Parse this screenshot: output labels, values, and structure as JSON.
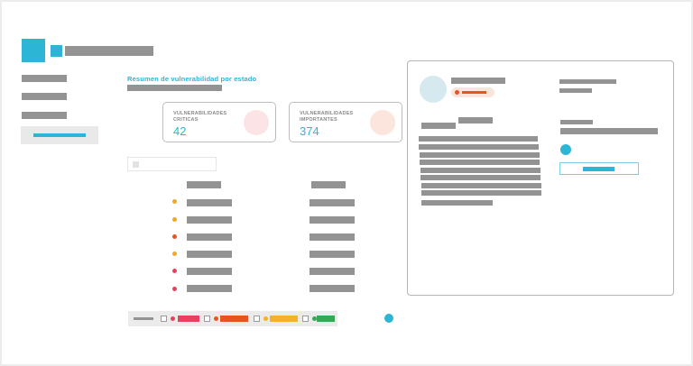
{
  "app": {
    "logo": {
      "primary_color": "#2cb5d4",
      "title_placeholder_width": 98
    }
  },
  "sidebar": {
    "items": [
      {
        "label": "",
        "placeholder_width": 50,
        "active": false
      },
      {
        "label": "",
        "placeholder_width": 50,
        "active": false
      },
      {
        "label": "",
        "placeholder_width": 50,
        "active": false
      },
      {
        "label": "",
        "placeholder_width": 58,
        "active": true
      }
    ]
  },
  "summary": {
    "title": "Resumen de vulnerabilidad por estado",
    "cards": [
      {
        "label_line1": "VULNERABILIDADES",
        "label_line2": "CRITICAS",
        "value": "42",
        "circle_color": "#fbe3e6"
      },
      {
        "label_line1": "VULNERABILIDADES",
        "label_line2": "IMPORTANTES",
        "value": "374",
        "circle_color": "#fbe5dc"
      }
    ]
  },
  "search": {
    "placeholder": ""
  },
  "table": {
    "columns": [
      "",
      ""
    ],
    "rows": [
      {
        "severity": "important",
        "color": "#f5a623"
      },
      {
        "severity": "important",
        "color": "#f5a623"
      },
      {
        "severity": "high",
        "color": "#e8541f"
      },
      {
        "severity": "important",
        "color": "#f5a623"
      },
      {
        "severity": "critical",
        "color": "#e8415f"
      },
      {
        "severity": "critical",
        "color": "#e8415f"
      }
    ]
  },
  "legend": {
    "items": [
      {
        "name": "critical",
        "color": "#e8415f"
      },
      {
        "name": "high",
        "color": "#e8541f"
      },
      {
        "name": "important",
        "color": "#f5b12a"
      },
      {
        "name": "low",
        "color": "#34a853"
      }
    ]
  },
  "detail_panel": {
    "status_badge_color": "#e8541f",
    "action_button_color": "#2cb5d4"
  },
  "colors": {
    "accent": "#2cb5d4",
    "placeholder_gray": "#939393"
  }
}
